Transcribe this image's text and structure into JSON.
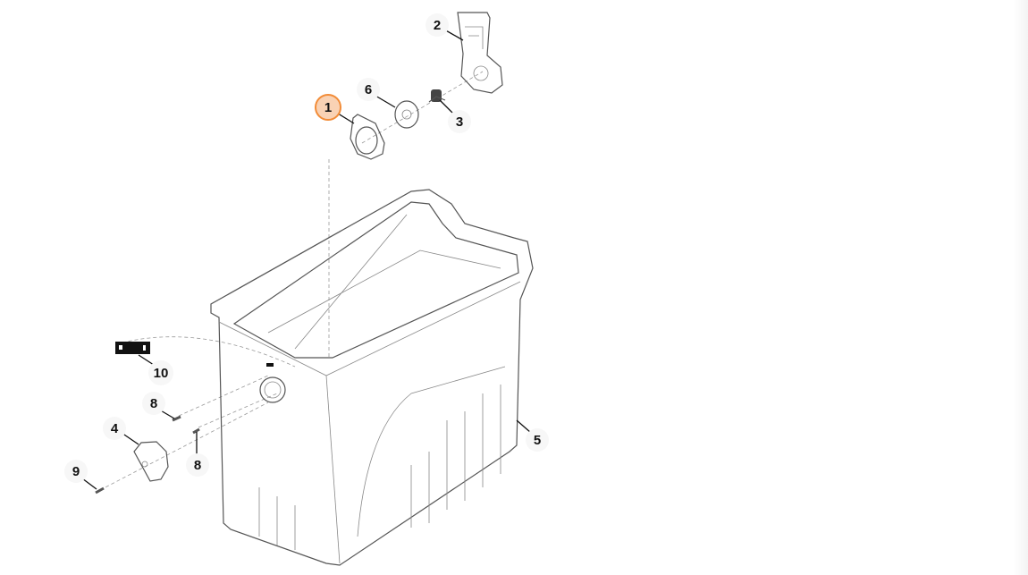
{
  "callouts": [
    {
      "id": "1",
      "label": "1",
      "highlighted": true
    },
    {
      "id": "2",
      "label": "2"
    },
    {
      "id": "3",
      "label": "3"
    },
    {
      "id": "4",
      "label": "4"
    },
    {
      "id": "5",
      "label": "5"
    },
    {
      "id": "6",
      "label": "6"
    },
    {
      "id": "8a",
      "label": "8"
    },
    {
      "id": "8b",
      "label": "8"
    },
    {
      "id": "9",
      "label": "9"
    },
    {
      "id": "10",
      "label": "10"
    }
  ],
  "colors": {
    "highlight_fill": "#f9d2b4",
    "highlight_stroke": "#f28c38",
    "line": "#555555"
  }
}
